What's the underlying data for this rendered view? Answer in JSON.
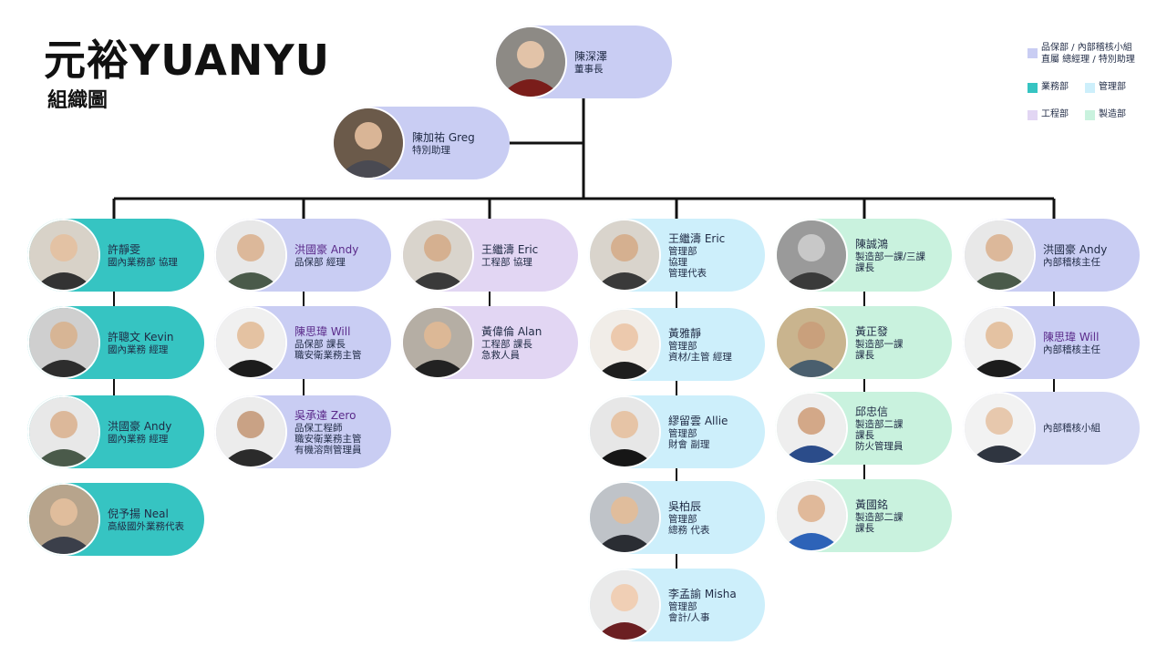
{
  "header": {
    "title": "元裕YUANYU",
    "subtitle": "組織圖"
  },
  "legend": {
    "gray": [
      "品保部 / 內部稽核小組",
      "直屬 總經理 / 特別助理"
    ],
    "teal": "業務部",
    "sky": "管理部",
    "lavender": "工程部",
    "mint": "製造部",
    "colors": {
      "gray": "#c9cdf3",
      "teal": "#36c4c2",
      "sky": "#cdeffb",
      "lavender": "#e2d6f3",
      "mint": "#c9f2de"
    }
  },
  "people": {
    "chairman": {
      "name": "陳深澤",
      "roles": [
        "董事長"
      ]
    },
    "assistant": {
      "name": "陳加祐 Greg",
      "roles": [
        "特別助理"
      ]
    },
    "sales": [
      {
        "name": "許靜雯",
        "roles": [
          "國內業務部 協理"
        ]
      },
      {
        "name": "許聰文 Kevin",
        "roles": [
          "國內業務 經理"
        ]
      },
      {
        "name": "洪國豪 Andy",
        "roles": [
          "國內業務 經理"
        ]
      },
      {
        "name": "倪予揚 Neal",
        "roles": [
          "高級國外業務代表"
        ]
      }
    ],
    "qa": [
      {
        "name": "洪國豪 Andy",
        "roles": [
          "品保部 經理"
        ]
      },
      {
        "name": "陳思瑋 Will",
        "roles": [
          "品保部 課長",
          "職安衛業務主管"
        ]
      },
      {
        "name": "吳承達 Zero",
        "roles": [
          "品保工程師",
          "職安衛業務主管",
          "有機溶劑管理員"
        ]
      }
    ],
    "engineering": [
      {
        "name": "王繼濤 Eric",
        "roles": [
          "工程部 協理"
        ]
      },
      {
        "name": "黃偉倫 Alan",
        "roles": [
          "工程部 課長",
          "急救人員"
        ]
      }
    ],
    "admin": [
      {
        "name": "王繼濤 Eric",
        "roles": [
          "管理部",
          "協理",
          "管理代表"
        ]
      },
      {
        "name": "黃雅靜",
        "roles": [
          "管理部",
          "資材/主管 經理"
        ]
      },
      {
        "name": "繆留雲 Allie",
        "roles": [
          "管理部",
          "財會 副理"
        ]
      },
      {
        "name": "吳柏辰",
        "roles": [
          "管理部",
          "總務 代表"
        ]
      },
      {
        "name": "李孟諭 Misha",
        "roles": [
          "管理部",
          "會計/人事"
        ]
      }
    ],
    "manufacturing": [
      {
        "name": "陳誠鴻",
        "roles": [
          "製造部一課/三課",
          "課長"
        ]
      },
      {
        "name": "黃正發",
        "roles": [
          "製造部一課",
          "課長"
        ]
      },
      {
        "name": "邱忠信",
        "roles": [
          "製造部二課",
          "課長",
          "防火管理員"
        ]
      },
      {
        "name": "黃國銘",
        "roles": [
          "製造部二課",
          "課長"
        ]
      }
    ],
    "audit": [
      {
        "name": "洪國豪 Andy",
        "roles": [
          "內部稽核主任"
        ]
      },
      {
        "name": "陳思瑋 Will",
        "roles": [
          "內部稽核主任"
        ]
      },
      {
        "name": "",
        "roles": [
          "內部稽核小組"
        ]
      }
    ]
  }
}
